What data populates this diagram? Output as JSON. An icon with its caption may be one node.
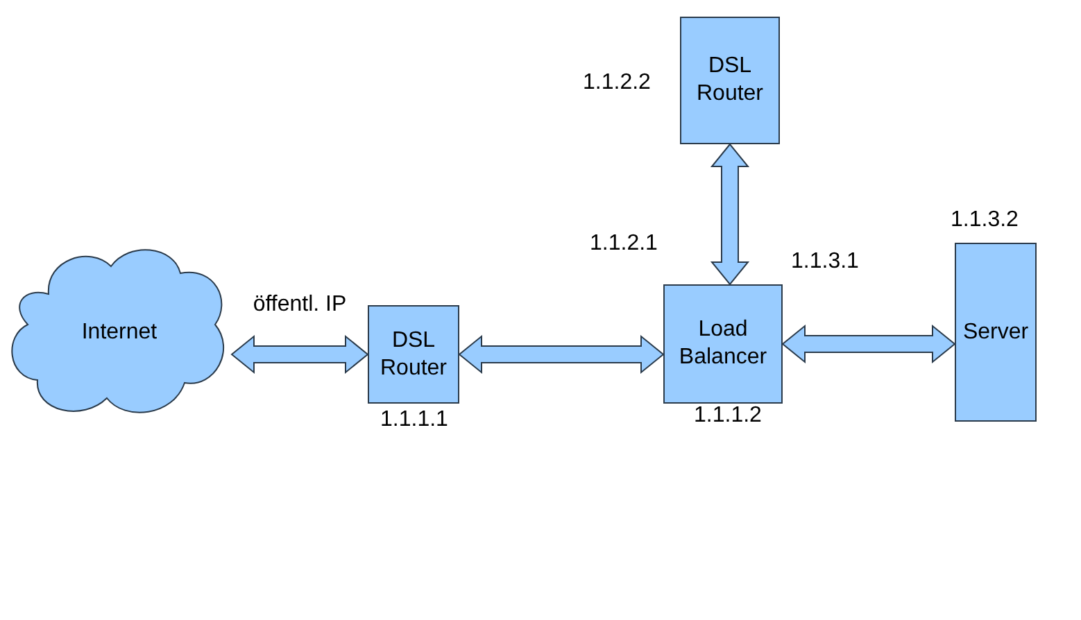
{
  "diagram": {
    "nodes": [
      {
        "text": [
          "Internet"
        ]
      },
      {
        "text": [
          "DSL Router"
        ]
      },
      {
        "text": [
          "Load Balancer"
        ]
      },
      {
        "text": [
          "DSL Router"
        ]
      },
      {
        "text": [
          "Server"
        ]
      }
    ],
    "edges": [
      {
        "from": 0,
        "to": 1,
        "arrow": "both",
        "label": "öffentl. IP"
      },
      {
        "from": 1,
        "to": 2,
        "arrow": "both"
      },
      {
        "from": 3,
        "to": 2,
        "arrow": "both"
      },
      {
        "from": 2,
        "to": 4,
        "arrow": "both"
      }
    ],
    "labels": [
      "1.1.2.2",
      "1.1.2.1",
      "1.1.3.1",
      "1.1.3.2",
      "1.1.1.1",
      "1.1.1.2"
    ]
  }
}
